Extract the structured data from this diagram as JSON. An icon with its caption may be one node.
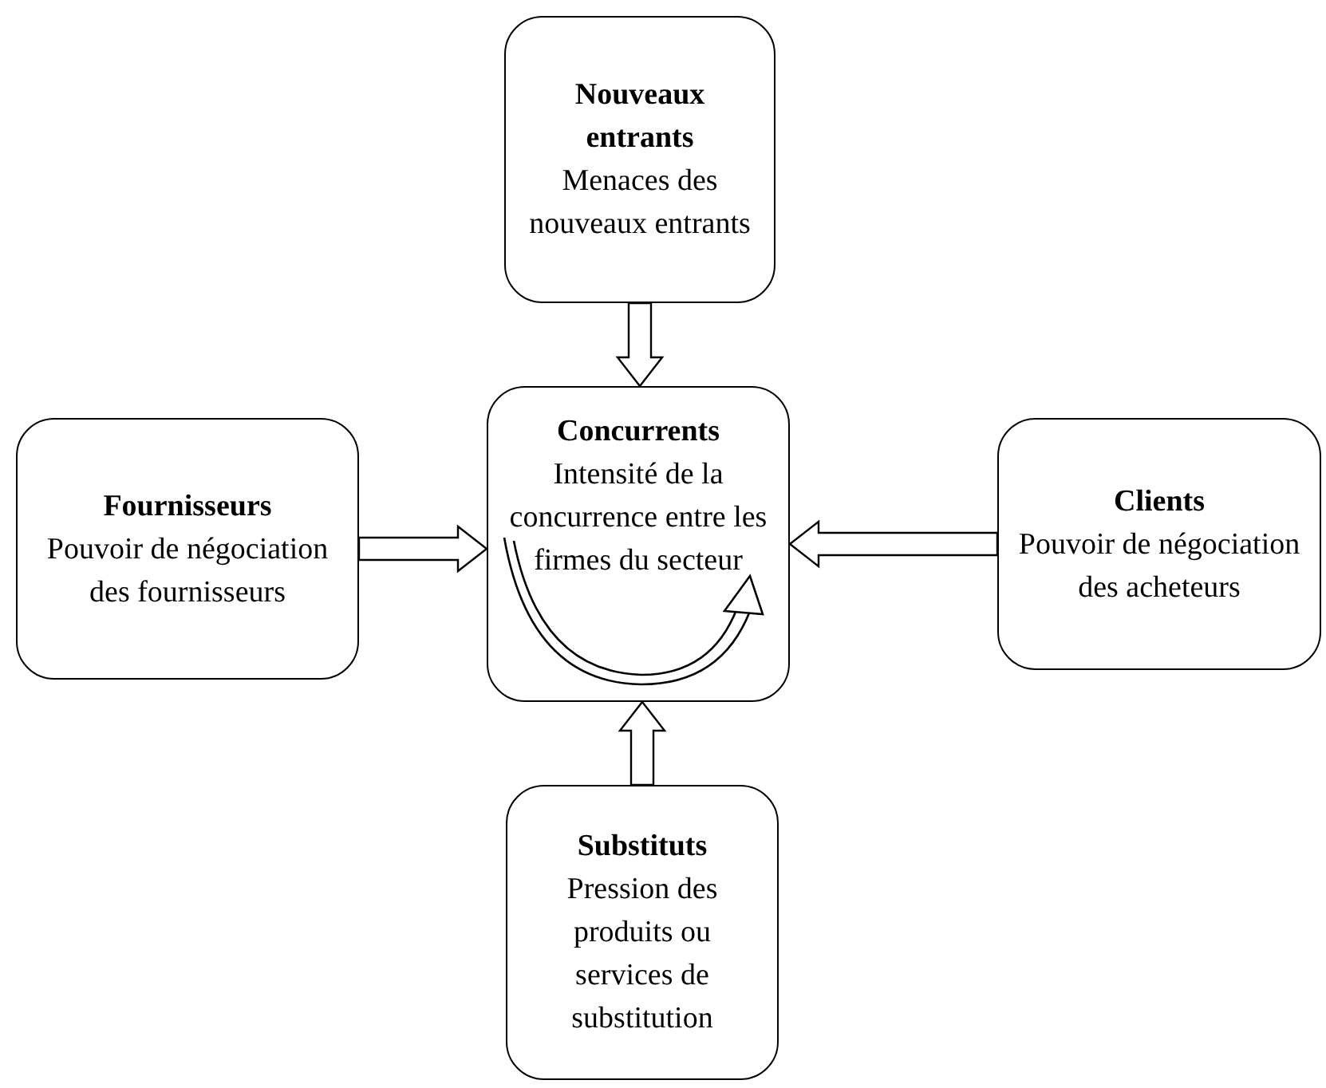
{
  "diagram": {
    "nodes": [
      {
        "text": [
          "Nouveaux entrants",
          "Menaces des nouveaux entrants"
        ]
      },
      {
        "text": [
          "Fournisseurs",
          "Pouvoir de négociation des fournisseurs"
        ]
      },
      {
        "text": [
          "Concurrents",
          "Intensité de la concurrence entre les firmes du secteur"
        ]
      },
      {
        "text": [
          "Clients",
          "Pouvoir de négociation des acheteurs"
        ]
      },
      {
        "text": [
          "Substituts",
          "Pression des produits ou services de substitution"
        ]
      }
    ],
    "edges": [
      {
        "from": 0,
        "to": 2,
        "arrow": "to"
      },
      {
        "from": 1,
        "to": 2,
        "arrow": "to"
      },
      {
        "from": 3,
        "to": 2,
        "arrow": "to"
      },
      {
        "from": 4,
        "to": 2,
        "arrow": "to"
      }
    ]
  }
}
